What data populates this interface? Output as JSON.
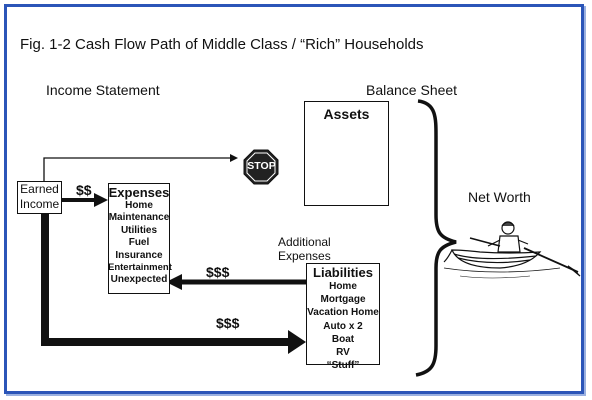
{
  "title": "Fig. 1-2 Cash Flow Path of Middle Class / “Rich” Households",
  "income_statement_label": "Income Statement",
  "balance_sheet_label": "Balance Sheet",
  "earned_income": [
    "Earned",
    "Income"
  ],
  "stop_sign": "STOP",
  "assets_label": "Assets",
  "expenses": {
    "header": "Expenses",
    "items": [
      "Home",
      "Maintenance",
      "Utilities",
      "Fuel",
      "Insurance",
      "Entertainment",
      "Unexpected"
    ]
  },
  "liabilities": {
    "header": "Liabilities",
    "items": [
      "Home Mortgage",
      "Vacation Home",
      "Auto x 2",
      "Boat",
      "RV",
      "“Stuff”"
    ]
  },
  "additional_expenses": [
    "Additional",
    "Expenses"
  ],
  "flow_labels": {
    "income_to_expenses": "$$",
    "liabilities_to_expenses": "$$$",
    "income_to_liabilities": "$$$"
  },
  "net_worth_label": "Net Worth",
  "colors": {
    "frame": "#2b55b8",
    "ink": "#111111",
    "stop_red": "#222222"
  }
}
